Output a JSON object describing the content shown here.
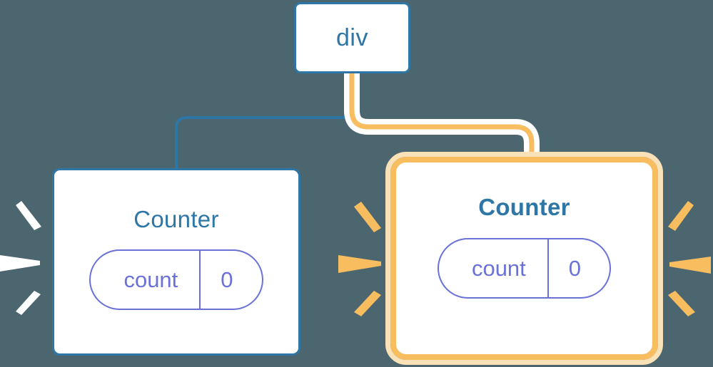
{
  "diagram": {
    "type": "component-tree",
    "background_color": "#4c6670",
    "title_hidden": true
  },
  "nodes": {
    "root": {
      "label": "div",
      "border_color": "#2e76a5",
      "text_color": "#2e76a5",
      "highlighted": false
    },
    "child_left": {
      "label": "Counter",
      "border_color": "#2e76a5",
      "text_color": "#2e76a5",
      "highlighted": false,
      "state": {
        "key": "count",
        "value": "0",
        "accent_color": "#6a72d8"
      }
    },
    "child_right": {
      "label": "Counter",
      "border_color": "#f7bd5f",
      "halo_color": "#fae2b8",
      "text_color": "#2e76a5",
      "highlighted": true,
      "state": {
        "key": "count",
        "value": "0",
        "accent_color": "#6a72d8"
      }
    }
  },
  "edges": [
    {
      "name": "edge-root-to-left-counter",
      "from": "root",
      "to": "child_left",
      "color": "#2e76a5",
      "highlighted": false
    },
    {
      "name": "edge-root-to-right-counter",
      "from": "root",
      "to": "child_right",
      "color": "#f7bd5f",
      "halo_color": "#ffffff",
      "highlighted": true
    }
  ],
  "sparkles": [
    {
      "name": "sparkle-left-counter-left",
      "color": "#ffffff",
      "attached_to": "child_left",
      "side": "left",
      "ray_count": 3
    },
    {
      "name": "sparkle-right-counter-left",
      "color": "#f7bd5f",
      "attached_to": "child_right",
      "side": "left",
      "ray_count": 3
    },
    {
      "name": "sparkle-right-counter-right",
      "color": "#f7bd5f",
      "attached_to": "child_right",
      "side": "right",
      "ray_count": 3
    }
  ]
}
